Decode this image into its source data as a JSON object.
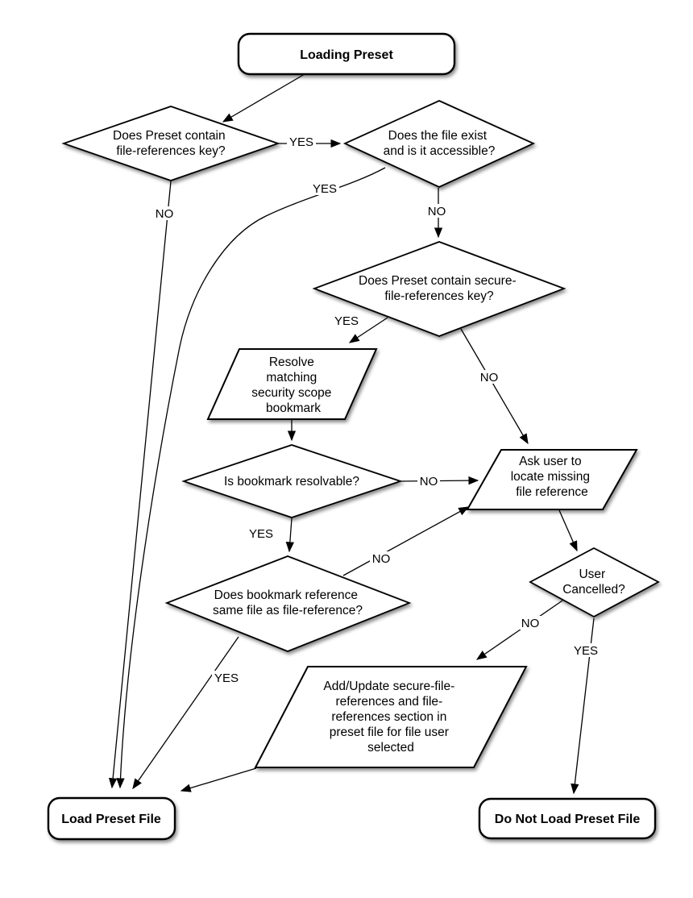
{
  "diagram": {
    "type": "flowchart",
    "background_color": "#ffffff",
    "shape_fill_color": "#ffffff",
    "stroke_color": "#000000",
    "text_color": "#000000"
  },
  "nodes": {
    "loading_preset": {
      "shape": "rounded-rectangle",
      "label": "Loading Preset"
    },
    "has_file_refs": {
      "shape": "diamond",
      "lines": [
        "Does Preset contain",
        "file-references key?"
      ]
    },
    "file_exists": {
      "shape": "diamond",
      "lines": [
        "Does the file exist",
        "and is it accessible?"
      ]
    },
    "has_secure_refs": {
      "shape": "diamond",
      "lines": [
        "Does Preset contain secure-",
        "file-references key?"
      ]
    },
    "resolve_bookmark": {
      "shape": "parallelogram",
      "lines": [
        "Resolve",
        "matching",
        "security scope",
        "bookmark"
      ]
    },
    "bookmark_resolvable": {
      "shape": "diamond",
      "lines": [
        "Is bookmark resolvable?"
      ]
    },
    "ask_user": {
      "shape": "parallelogram",
      "lines": [
        "Ask user to",
        "locate missing",
        "file reference"
      ]
    },
    "same_file": {
      "shape": "diamond",
      "lines": [
        "Does bookmark reference",
        "same file as file-reference?"
      ]
    },
    "user_cancelled": {
      "shape": "diamond",
      "lines": [
        "User",
        "Cancelled?"
      ]
    },
    "add_update": {
      "shape": "parallelogram",
      "lines": [
        "Add/Update secure-file-",
        "references and file-",
        "references section in",
        "preset file for file user",
        "selected"
      ]
    },
    "load_preset_file": {
      "shape": "rounded-rectangle",
      "label": "Load Preset File"
    },
    "do_not_load_preset_file": {
      "shape": "rounded-rectangle",
      "label": "Do Not Load Preset File"
    }
  },
  "edge_labels": {
    "has_file_refs_yes": "YES",
    "has_file_refs_no": "NO",
    "file_exists_yes": "YES",
    "file_exists_no": "NO",
    "has_secure_refs_yes": "YES",
    "has_secure_refs_no": "NO",
    "bookmark_resolvable_yes": "YES",
    "bookmark_resolvable_no": "NO",
    "same_file_yes": "YES",
    "same_file_no": "NO",
    "user_cancelled_yes": "YES",
    "user_cancelled_no": "NO"
  }
}
